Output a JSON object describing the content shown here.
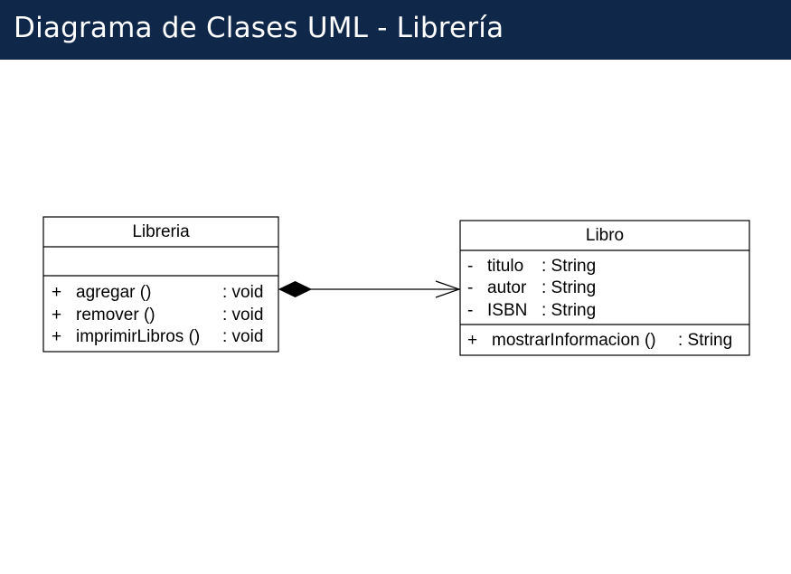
{
  "slide": {
    "title": "Diagrama de Clases UML - Librería"
  },
  "diagram": {
    "classes": [
      {
        "id": "libreria",
        "name": "Libreria",
        "attributes": [],
        "operations": [
          {
            "visibility": "+",
            "name": "agregar ()",
            "type": ": void"
          },
          {
            "visibility": "+",
            "name": "remover ()",
            "type": ": void"
          },
          {
            "visibility": "+",
            "name": "imprimirLibros ()",
            "type": ": void"
          }
        ]
      },
      {
        "id": "libro",
        "name": "Libro",
        "attributes": [
          {
            "visibility": "-",
            "name": "titulo",
            "type": ": String"
          },
          {
            "visibility": "-",
            "name": "autor",
            "type": ": String"
          },
          {
            "visibility": "-",
            "name": "ISBN",
            "type": ": String"
          }
        ],
        "operations": [
          {
            "visibility": "+",
            "name": "mostrarInformacion ()",
            "type": ": String"
          }
        ]
      }
    ],
    "relationships": [
      {
        "type": "composition",
        "from": "libreria",
        "to": "libro",
        "navigable": true
      }
    ]
  }
}
